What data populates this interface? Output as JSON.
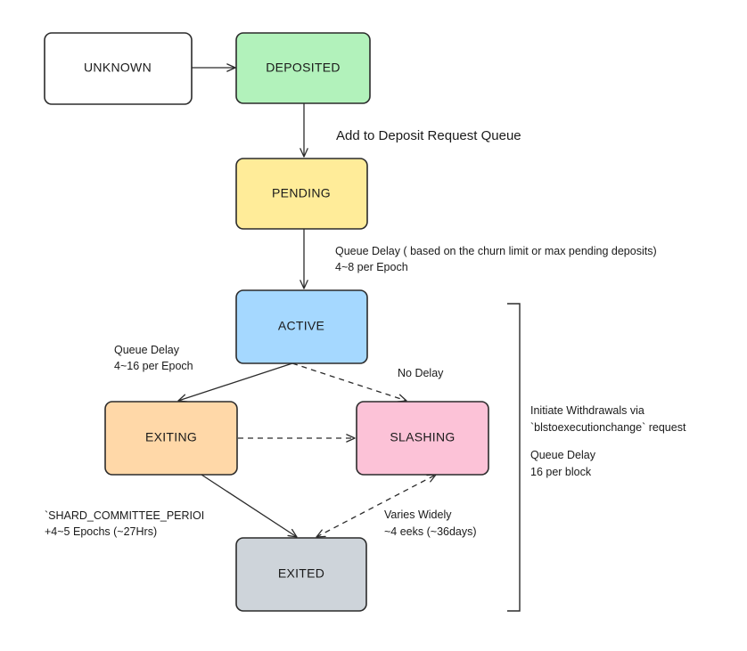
{
  "nodes": {
    "unknown": {
      "label": "UNKNOWN",
      "color": "#ffffff"
    },
    "deposited": {
      "label": "DEPOSITED",
      "color": "#b2f2bb"
    },
    "pending": {
      "label": "PENDING",
      "color": "#ffec99"
    },
    "active": {
      "label": "ACTIVE",
      "color": "#a5d8ff"
    },
    "exiting": {
      "label": "EXITING",
      "color": "#ffd8a8"
    },
    "slashing": {
      "label": "SLASHING",
      "color": "#fcc2d7"
    },
    "exited": {
      "label": "EXITED",
      "color": "#ced4da"
    }
  },
  "labels": {
    "deposit_queue": "Add to Deposit Request Queue",
    "pending_delay_line1": "Queue Delay ( based on the churn limit or max pending deposits)",
    "pending_delay_line2": "4~8 per Epoch",
    "exit_delay_line1": "Queue Delay",
    "exit_delay_line2": "4~16 per Epoch",
    "no_delay": "No Delay",
    "shard_period_line1": "`SHARD_COMMITTEE_PERIOI",
    "shard_period_line2": "+4~5 Epochs (~27Hrs)",
    "varies_line1": "Varies Widely",
    "varies_line2": "~4 eeks (~36days)",
    "withdrawals_line1": "Initiate Withdrawals via",
    "withdrawals_line2": "`blstoexecutionchange` request",
    "withdrawals_delay_line1": "Queue Delay",
    "withdrawals_delay_line2": "16 per block"
  }
}
